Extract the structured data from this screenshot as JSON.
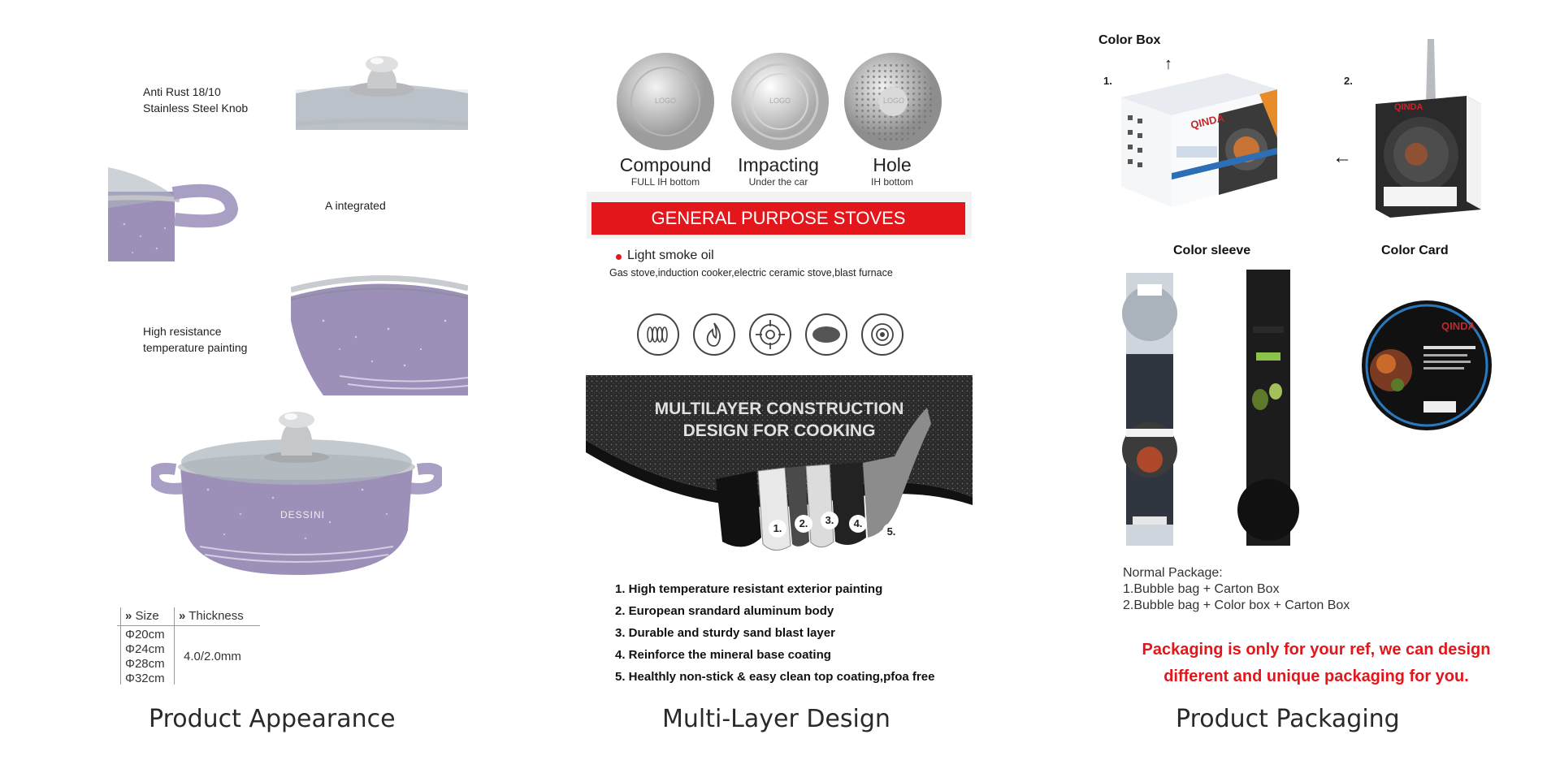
{
  "panel_appearance": {
    "caption": "Product Appearance",
    "knob_label": [
      "Anti Rust 18/10",
      "Stainless Steel Knob"
    ],
    "handle_label": "A integrated",
    "painting_label": [
      "High resistance",
      "temperature painting"
    ],
    "brand_logo": "DESSINI",
    "size_table": {
      "headers": [
        "Size",
        "Thickness"
      ],
      "sizes": [
        "Φ20cm",
        "Φ24cm",
        "Φ28cm",
        "Φ32cm"
      ],
      "thickness": "4.0/2.0mm"
    },
    "colors": {
      "pot": "#9d90b8",
      "steel": "#c9c9cc"
    }
  },
  "panel_multilayer": {
    "caption": "Multi-Layer Design",
    "bottoms": [
      {
        "title": "Compound",
        "subtitle": "FULL IH bottom",
        "logo": "LOGO"
      },
      {
        "title": "Impacting",
        "subtitle": "Under the car",
        "logo": "LOGO"
      },
      {
        "title": "Hole",
        "subtitle": "IH bottom",
        "logo": "LOGO"
      }
    ],
    "banner": "GENERAL PURPOSE STOVES",
    "bullet": "Light smoke oil",
    "stove_types": "Gas stove,induction cooker,electric ceramic stove,blast furnace",
    "stove_icons": [
      "induction-coil-icon",
      "flame-icon",
      "gas-burner-icon",
      "electric-plate-icon",
      "ceramic-hob-icon"
    ],
    "construction_title": [
      "MULTILAYER CONSTRUCTION",
      "DESIGN FOR COOKING"
    ],
    "layer_numbers": [
      "1.",
      "2.",
      "3.",
      "4.",
      "5."
    ],
    "features": [
      "1. High temperature resistant exterior painting",
      "2. European srandard aluminum body",
      "3. Durable and sturdy sand blast layer",
      "4. Reinforce the mineral base coating",
      "5. Healthly non-stick & easy clean top coating,pfoa free"
    ],
    "colors": {
      "banner": "#e3161b",
      "bullet": "#e3161b"
    }
  },
  "panel_packaging": {
    "caption": "Product Packaging",
    "color_box_title": "Color Box",
    "num1": "1.",
    "num2": "2.",
    "brand": "QINDA",
    "color_sleeve_title": "Color sleeve",
    "color_card_title": "Color Card",
    "normal_package_title": "Normal Package:",
    "normal_package_lines": [
      "1.Bubble bag + Carton Box",
      "2.Bubble bag + Color box + Carton Box"
    ],
    "note": [
      "Packaging is only for your ref, we can design",
      "different and unique packaging for you."
    ],
    "colors": {
      "note": "#e3161b"
    }
  }
}
